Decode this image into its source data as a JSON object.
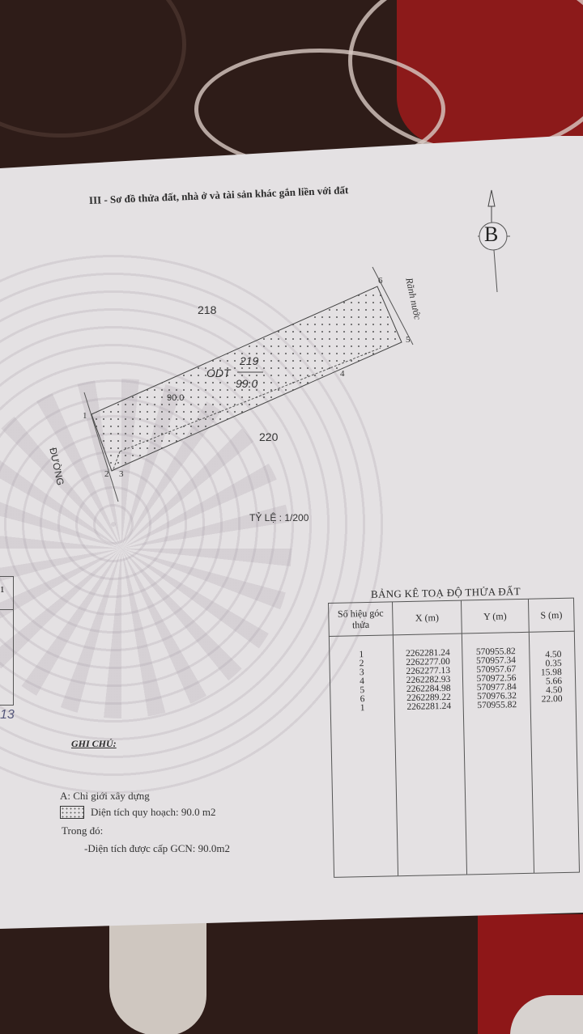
{
  "document": {
    "section_title": "III - Sơ đồ thửa đất, nhà ở và tài sản khác gắn liền với đất",
    "north_marker": "B",
    "scale_label": "TỶ LỆ : 1/200",
    "handwritten_fragment": "13",
    "left_page_fragment_glyph": "1"
  },
  "plot_diagram": {
    "parcel_number": "219",
    "land_use_code": "ODT",
    "area_label": "99.0",
    "planned_area_label": "90.0",
    "neighbor_north": "218",
    "neighbor_south": "220",
    "road_label": "ĐƯỜNG",
    "ditch_label": "Rãnh nước",
    "corner_points": [
      "1",
      "2",
      "3",
      "4",
      "5",
      "6"
    ]
  },
  "coordinate_table": {
    "title": "BẢNG KÊ TOẠ ĐỘ THỬA ĐẤT",
    "headers": [
      "Số hiệu góc thửa",
      "X (m)",
      "Y (m)",
      "S (m)"
    ],
    "rows": [
      {
        "point": "1",
        "x": "2262281.24",
        "y": "570955.82",
        "s": ""
      },
      {
        "point": "2",
        "x": "2262277.00",
        "y": "570957.34",
        "s": "4.50"
      },
      {
        "point": "3",
        "x": "2262277.13",
        "y": "570957.67",
        "s": "0.35"
      },
      {
        "point": "4",
        "x": "2262282.93",
        "y": "570972.56",
        "s": "15.98"
      },
      {
        "point": "5",
        "x": "2262284.98",
        "y": "570977.84",
        "s": "5.66"
      },
      {
        "point": "6",
        "x": "2262289.22",
        "y": "570976.32",
        "s": "4.50"
      },
      {
        "point": "1",
        "x": "2262281.24",
        "y": "570955.82",
        "s": "22.00"
      }
    ]
  },
  "notes": {
    "title": "GHI CHÚ:",
    "line_a": "A: Chỉ giới xây dựng",
    "planned_area": "Diện tích quy hoạch:  90.0 m2",
    "of_which": "Trong đó:",
    "certified_area": "-Diện tích được cấp GCN: 90.0m2"
  }
}
